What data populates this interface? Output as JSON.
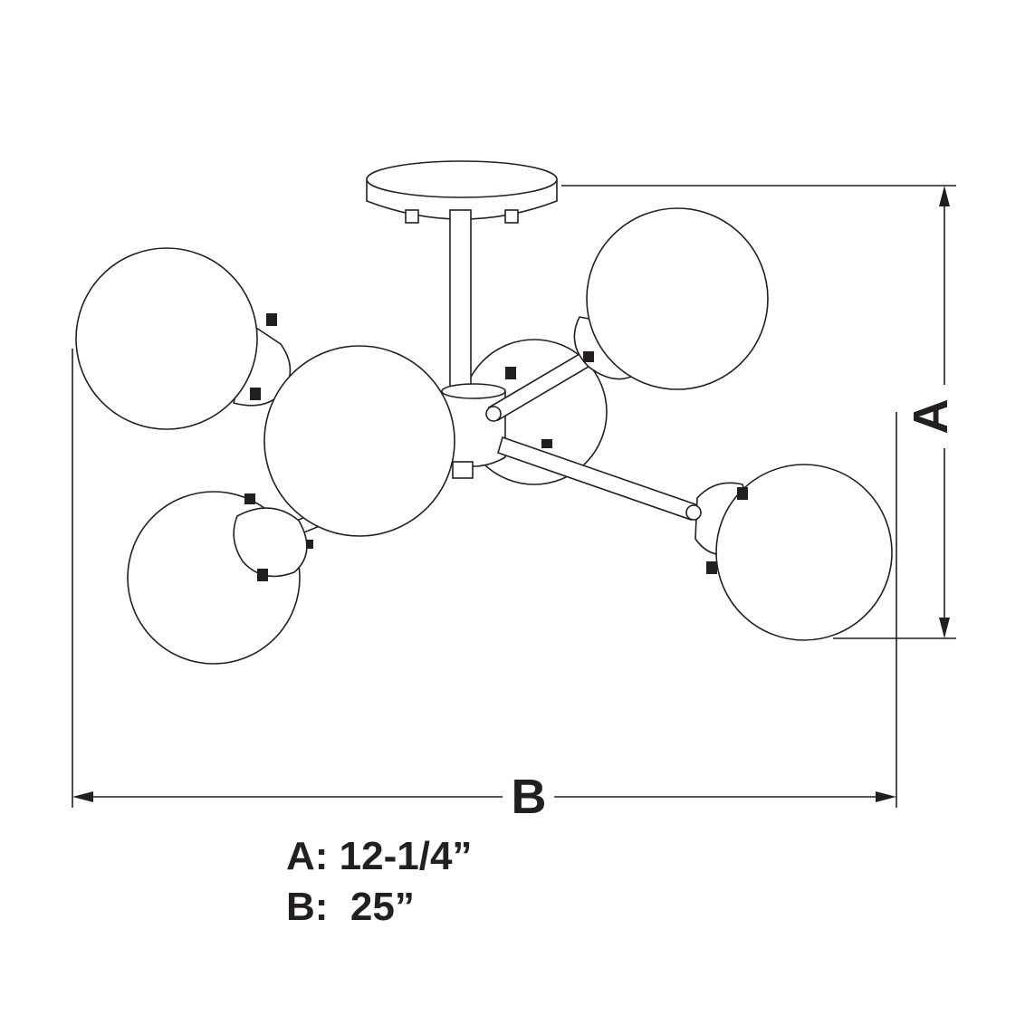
{
  "dimension_labels": {
    "height_label": "A",
    "width_label": "B"
  },
  "specs": [
    {
      "text": "A: 12-1/4”"
    },
    {
      "text": "B:  25”"
    }
  ],
  "colors": {
    "line": "#231f20",
    "background": "#ffffff"
  }
}
